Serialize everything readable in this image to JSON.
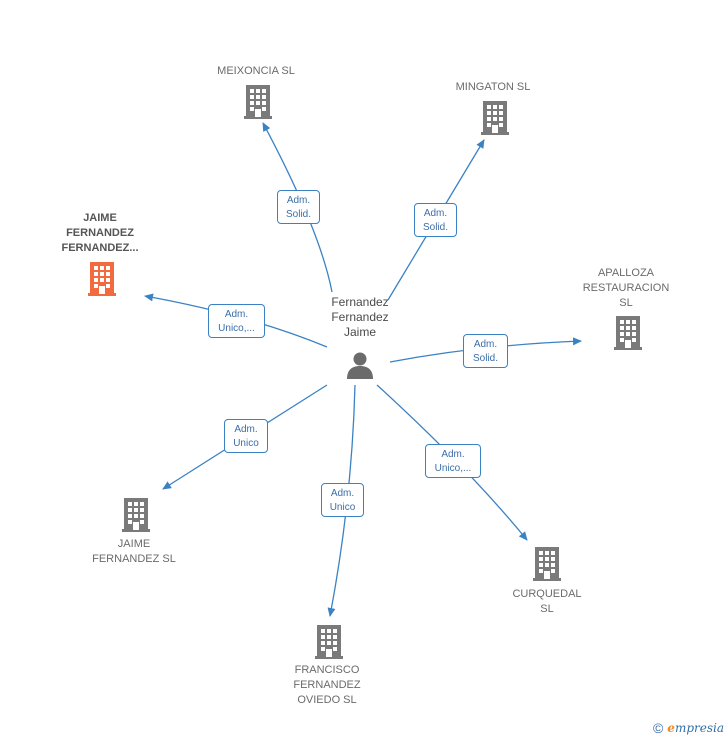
{
  "center": {
    "name": "Fernandez\nFernandez\nJaime"
  },
  "companies": [
    {
      "id": "meixoncia",
      "name": "MEIXONCIA SL",
      "highlight": false
    },
    {
      "id": "mingaton",
      "name": "MINGATON SL",
      "highlight": false
    },
    {
      "id": "jaime-fernandez-fernandez",
      "name": "JAIME\nFERNANDEZ\nFERNANDEZ...",
      "highlight": true
    },
    {
      "id": "apalloza",
      "name": "APALLOZA\nRESTAURACION\nSL",
      "highlight": false
    },
    {
      "id": "jaime-fernandez-sl",
      "name": "JAIME\nFERNANDEZ SL",
      "highlight": false
    },
    {
      "id": "curquedal",
      "name": "CURQUEDAL\nSL",
      "highlight": false
    },
    {
      "id": "francisco",
      "name": "FRANCISCO\nFERNANDEZ\nOVIEDO  SL",
      "highlight": false
    }
  ],
  "roles": [
    {
      "target": "meixoncia",
      "label": "Adm.\nSolid."
    },
    {
      "target": "mingaton",
      "label": "Adm.\nSolid."
    },
    {
      "target": "jaime-fernandez-fernandez",
      "label": "Adm.\nUnico,..."
    },
    {
      "target": "apalloza",
      "label": "Adm.\nSolid."
    },
    {
      "target": "jaime-fernandez-sl",
      "label": "Adm.\nUnico"
    },
    {
      "target": "francisco",
      "label": "Adm.\nUnico"
    },
    {
      "target": "curquedal",
      "label": "Adm.\nUnico,..."
    }
  ],
  "colors": {
    "edge": "#3b82c4",
    "building": "#7a7a7a",
    "building_highlight": "#f26a3d",
    "person": "#6b6b6b"
  },
  "footer": {
    "copyright": "©",
    "brand_initial": "e",
    "brand_rest": "mpresia"
  }
}
